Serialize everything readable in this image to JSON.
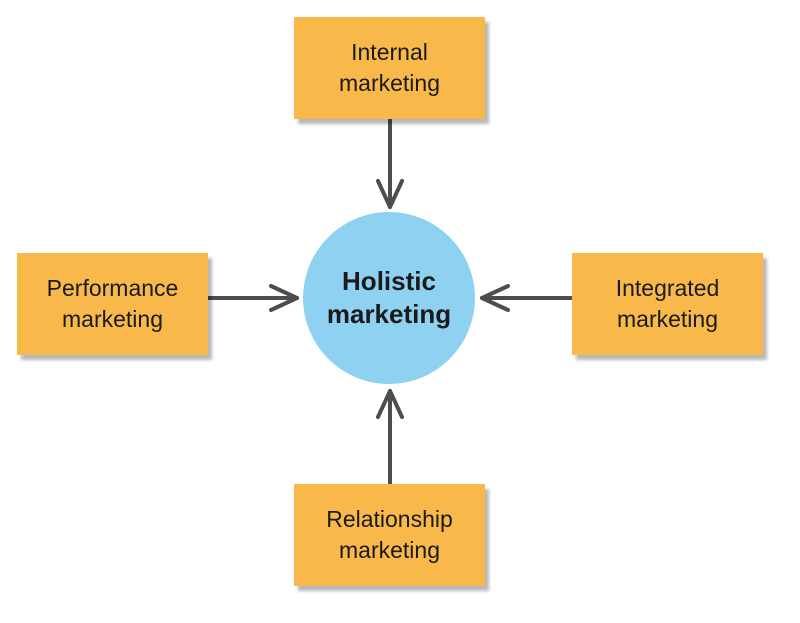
{
  "diagram": {
    "center": {
      "label": "Holistic\nmarketing"
    },
    "nodes": {
      "internal": {
        "label": "Internal\nmarketing"
      },
      "performance": {
        "label": "Performance\nmarketing"
      },
      "integrated": {
        "label": "Integrated\nmarketing"
      },
      "relationship": {
        "label": "Relationship\nmarketing"
      }
    },
    "colors": {
      "box_fill": "#f8b94a",
      "hub_fill": "#8fd1f1",
      "arrow": "#4d4d4d",
      "text": "#1a1a1a"
    }
  }
}
